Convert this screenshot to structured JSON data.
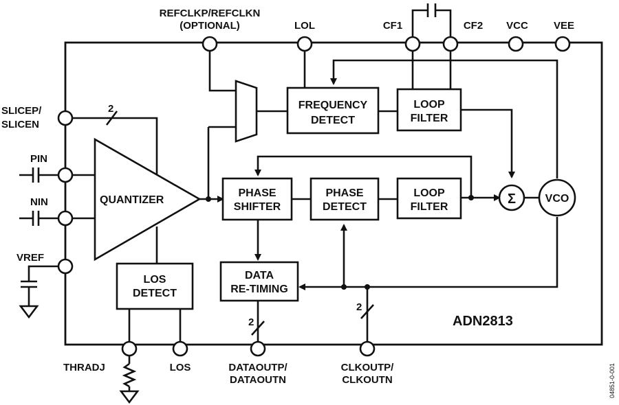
{
  "device_name": "ADN2813",
  "figure_id": "04851-0-001",
  "blocks": {
    "quantizer": "QUANTIZER",
    "frequency_detect": [
      "FREQUENCY",
      "DETECT"
    ],
    "loop_filter_top": [
      "LOOP",
      "FILTER"
    ],
    "phase_shifter": [
      "PHASE",
      "SHIFTER"
    ],
    "phase_detect": [
      "PHASE",
      "DETECT"
    ],
    "loop_filter_mid": [
      "LOOP",
      "FILTER"
    ],
    "summer_symbol": "Σ",
    "vco": "VCO",
    "los_detect": [
      "LOS",
      "DETECT"
    ],
    "data_retiming": [
      "DATA",
      "RE-TIMING"
    ]
  },
  "pins": {
    "refclk": [
      "REFCLKP/REFCLKN",
      "(OPTIONAL)"
    ],
    "lol": "LOL",
    "cf1": "CF1",
    "cf2": "CF2",
    "vcc": "VCC",
    "vee": "VEE",
    "slice": [
      "SLICEP/",
      "SLICEN"
    ],
    "pin": "PIN",
    "nin": "NIN",
    "vref": "VREF",
    "thradj": "THRADJ",
    "los": "LOS",
    "dataout": [
      "DATAOUTP/",
      "DATAOUTN"
    ],
    "clkout": [
      "CLKOUTP/",
      "CLKOUTN"
    ]
  },
  "bus_width_labels": {
    "slice": "2",
    "dataout": "2",
    "clkout": "2"
  }
}
